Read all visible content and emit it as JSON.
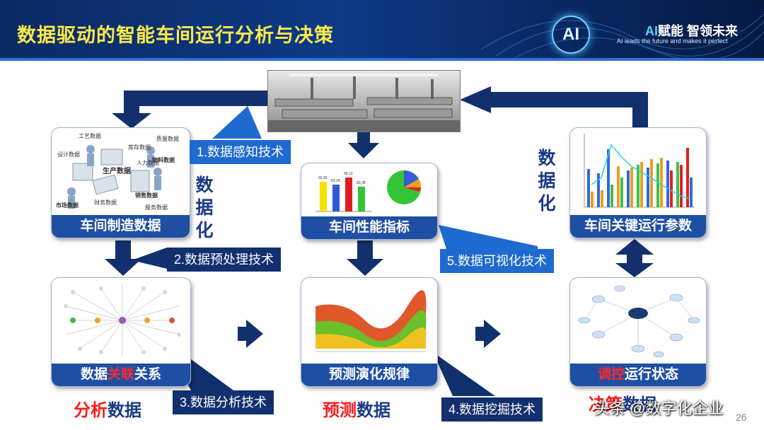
{
  "header": {
    "title": "数据驱动的智能车间运行分析与决策",
    "badge_text": "AI",
    "brand_ai": "AI",
    "brand_rest": "赋能  智领未来",
    "brand_sub": "AI leads the future and makes it perfect"
  },
  "cards": {
    "manufacturing": {
      "label": "车间制造数据",
      "tags": [
        "工艺数据",
        "质量数据",
        "设计数据",
        "库存数据",
        "人力数据",
        "生产数据",
        "物料数据",
        "销售数据",
        "市场数据",
        "财务数据",
        "服务数据"
      ]
    },
    "performance": {
      "label": "车间性能指标",
      "bar_values": [
        "92.93",
        "83.26",
        "99.12",
        "80.38"
      ]
    },
    "key_params": {
      "label": "车间关键运行参数"
    },
    "association": {
      "label_red": "关联",
      "label_pre": "数据",
      "label_post": "关系"
    },
    "prediction": {
      "label": "预测演化规律"
    },
    "control": {
      "label_red": "调控",
      "label_post": "运行状态"
    }
  },
  "techniques": {
    "t1": "1.数据感知技术",
    "t2": "2.数据预处理技术",
    "t3": "3.数据分析技术",
    "t4": "4.数据挖掘技术",
    "t5": "5.数据可视化技术"
  },
  "side_text": {
    "left_char1": "数",
    "left_char2": "据",
    "left_char3": "化",
    "right_char1": "数",
    "right_char2": "据",
    "right_char3": "化"
  },
  "bottom": {
    "analysis_red": "分析",
    "analysis_blue": "数据",
    "predict_red": "预测",
    "predict_blue": "数据",
    "decide_red": "决策",
    "decide_blue": "数据"
  },
  "watermark": "头条 @数字化企业",
  "page_number": "26",
  "colors": {
    "navy": "#12306e",
    "accent_blue": "#1f6ad1",
    "title_yellow": "#ffe94a",
    "label_bar": "#1f4fa3",
    "highlight_red": "#ff1a1a"
  }
}
